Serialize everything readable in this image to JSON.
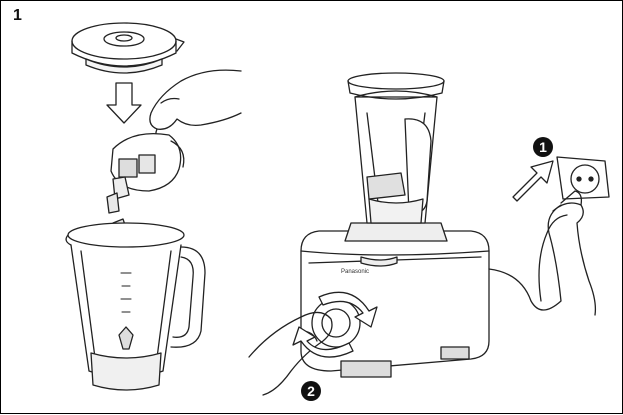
{
  "step_number": "1",
  "callouts": [
    "1",
    "2"
  ],
  "brand_label": "Panasonic"
}
